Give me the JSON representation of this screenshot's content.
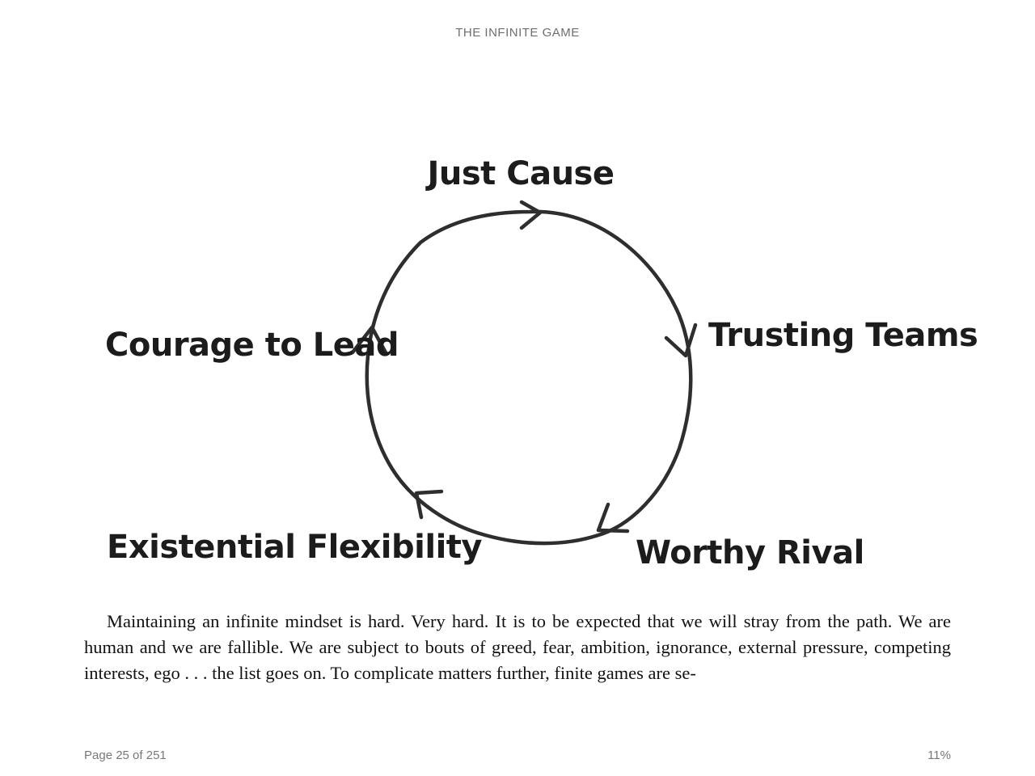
{
  "header": {
    "running_title": "THE INFINITE GAME"
  },
  "figure": {
    "labels": {
      "top": "Just Cause",
      "right": "Trusting Teams",
      "bottom_right": "Worthy Rival",
      "bottom_left": "Existential Flexibility",
      "left": "Courage to Lead"
    },
    "colors": {
      "ink": "#2e2e2e"
    }
  },
  "body": {
    "paragraph": "Maintaining an infinite mindset is hard. Very hard. It is to be expected that we will stray from the path. We are human and we are fallible. We are subject to bouts of greed, fear, ambition, ignorance, external pressure, competing interests, ego . . . the list goes on. To complicate matters further, finite games are se-"
  },
  "footer": {
    "page_indicator": "Page 25 of 251",
    "progress_percent": "11%"
  }
}
